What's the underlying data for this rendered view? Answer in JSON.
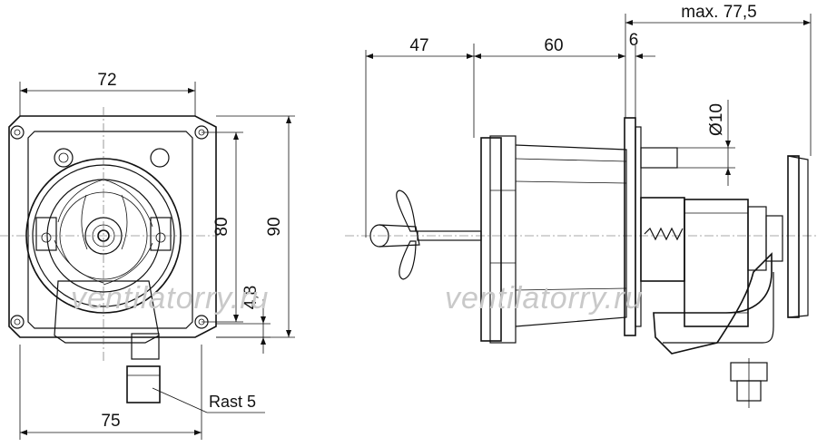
{
  "dimensions": {
    "front_width_top": "72",
    "front_height_inner": "80",
    "front_height_outer": "90",
    "front_offset": "4,8",
    "front_width_bottom": "75",
    "side_impeller": "47",
    "side_shaft": "60",
    "side_plate": "6",
    "side_max": "max. 77,5",
    "side_diameter": "Ø10"
  },
  "labels": {
    "connector": "Rast 5"
  },
  "watermark": {
    "left": "ventilatorry.ru",
    "right": "ventilatorry.ru"
  }
}
